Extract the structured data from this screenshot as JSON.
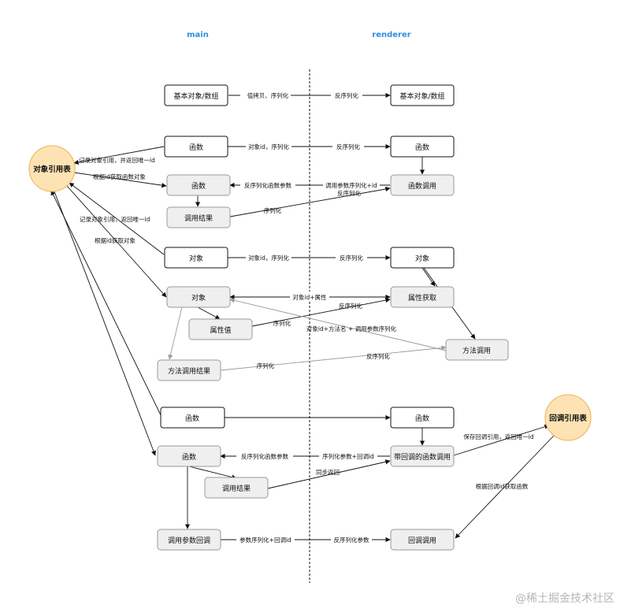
{
  "columns": {
    "main": "main",
    "renderer": "renderer"
  },
  "nodes": {
    "obj_ref_table": "对象引用表",
    "cb_ref_table": "回调引用表",
    "basic_main": "基本对象/数组",
    "basic_renderer": "基本对象/数组",
    "fn_main_1": "函数",
    "fn_renderer_1": "函数",
    "fn_main_2": "函数",
    "fn_call_renderer": "函数调用",
    "call_result_1": "调用结果",
    "obj_main_1": "对象",
    "obj_renderer": "对象",
    "obj_main_2": "对象",
    "prop_get": "属性获取",
    "prop_value": "属性值",
    "method_call": "方法调用",
    "method_result": "方法调用结果",
    "fn_main_3": "函数",
    "fn_renderer_3": "函数",
    "cb_fn_call": "带回调的函数调用",
    "fn_main_4": "函数",
    "call_result_2": "调用结果",
    "call_param_cb": "调用参数回调",
    "cb_call": "回调调用"
  },
  "edge_labels": {
    "copy_serialize": "值拷贝、序列化",
    "deserialize_1": "反序列化",
    "record_fn_ref": "记录对象引用，并返回唯一id",
    "get_fn_by_id": "根据id获取函数对象",
    "objid_serialize_1": "对象id，序列化",
    "deserialize_2": "反序列化",
    "deserialize_fn_params": "反序列化函数参数",
    "call_params_serialize_id": "调用参数序列化+id",
    "deserialize_3": "反序列化",
    "serialize_1": "序列化",
    "record_obj_ref": "记录对象引用，返回唯一id",
    "get_obj_by_id": "根据id获取对象",
    "objid_serialize_2": "对象id，序列化",
    "deserialize_4": "反序列化",
    "objid_prop": "对象id+属性",
    "deserialize_5": "反序列化",
    "serialize_2": "序列化",
    "objid_method_params": "对象id+方法名 + 调用参数序列化",
    "serialize_3": "序列化",
    "deserialize_6": "反序列化",
    "save_cb_ref": "保存回调引用，返回唯一id",
    "deserialize_fn_params_2": "反序列化函数参数",
    "serialize_params_cbid": "序列化参数+回调id",
    "sync_return": "同步返回",
    "get_fn_by_cbid": "根据回调id获取函数",
    "params_serialize_cbid": "参数序列化+回调id",
    "deserialize_params": "反序列化参数"
  },
  "watermark": "@稀土掘金技术社区",
  "colors": {
    "accent_blue": "#2f8ee0",
    "ref_circle_fill": "#fde3b4",
    "ref_circle_stroke": "#f0b24a",
    "node_gray_fill": "#efefef",
    "node_gray_stroke": "#9a9a9a",
    "gray_line": "#9b9b9b"
  }
}
